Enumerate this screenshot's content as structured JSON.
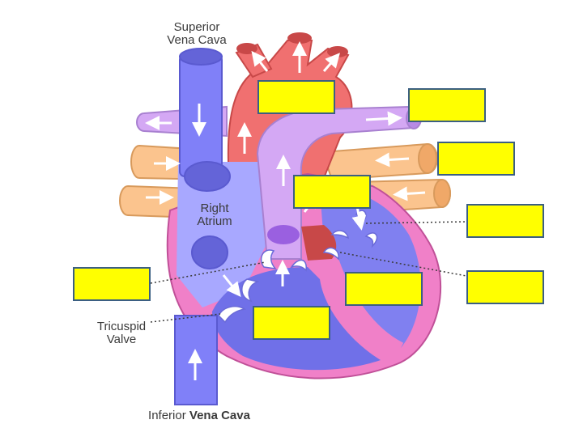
{
  "labels": {
    "superior_line1": "Superior",
    "superior_line2": "Vena Cava",
    "right_atrium_line1": "Right",
    "right_atrium_line2": "Atrium",
    "tricuspid_line1": "Tricuspid",
    "tricuspid_line2": "Valve",
    "inferior_prefix": "Inferior",
    "inferior_suffix": "Vena Cava"
  },
  "label_boxes": [
    "",
    "",
    "",
    "",
    "",
    "",
    "",
    "",
    ""
  ],
  "colors": {
    "vena_cava_blue": "#8080f8",
    "vena_cava_dark": "#6464d8",
    "aorta_red": "#f07070",
    "aorta_dark": "#c84848",
    "pulmonary_lilac": "#d4a8f4",
    "pulmonary_vein_orange": "#fbc48e",
    "wall_pink": "#f080c8",
    "ventricle_blue": "#7070e8",
    "atrium_blue": "#a8a8ff",
    "label_box_fill": "#ffff00",
    "label_box_border": "#3b5f82"
  }
}
